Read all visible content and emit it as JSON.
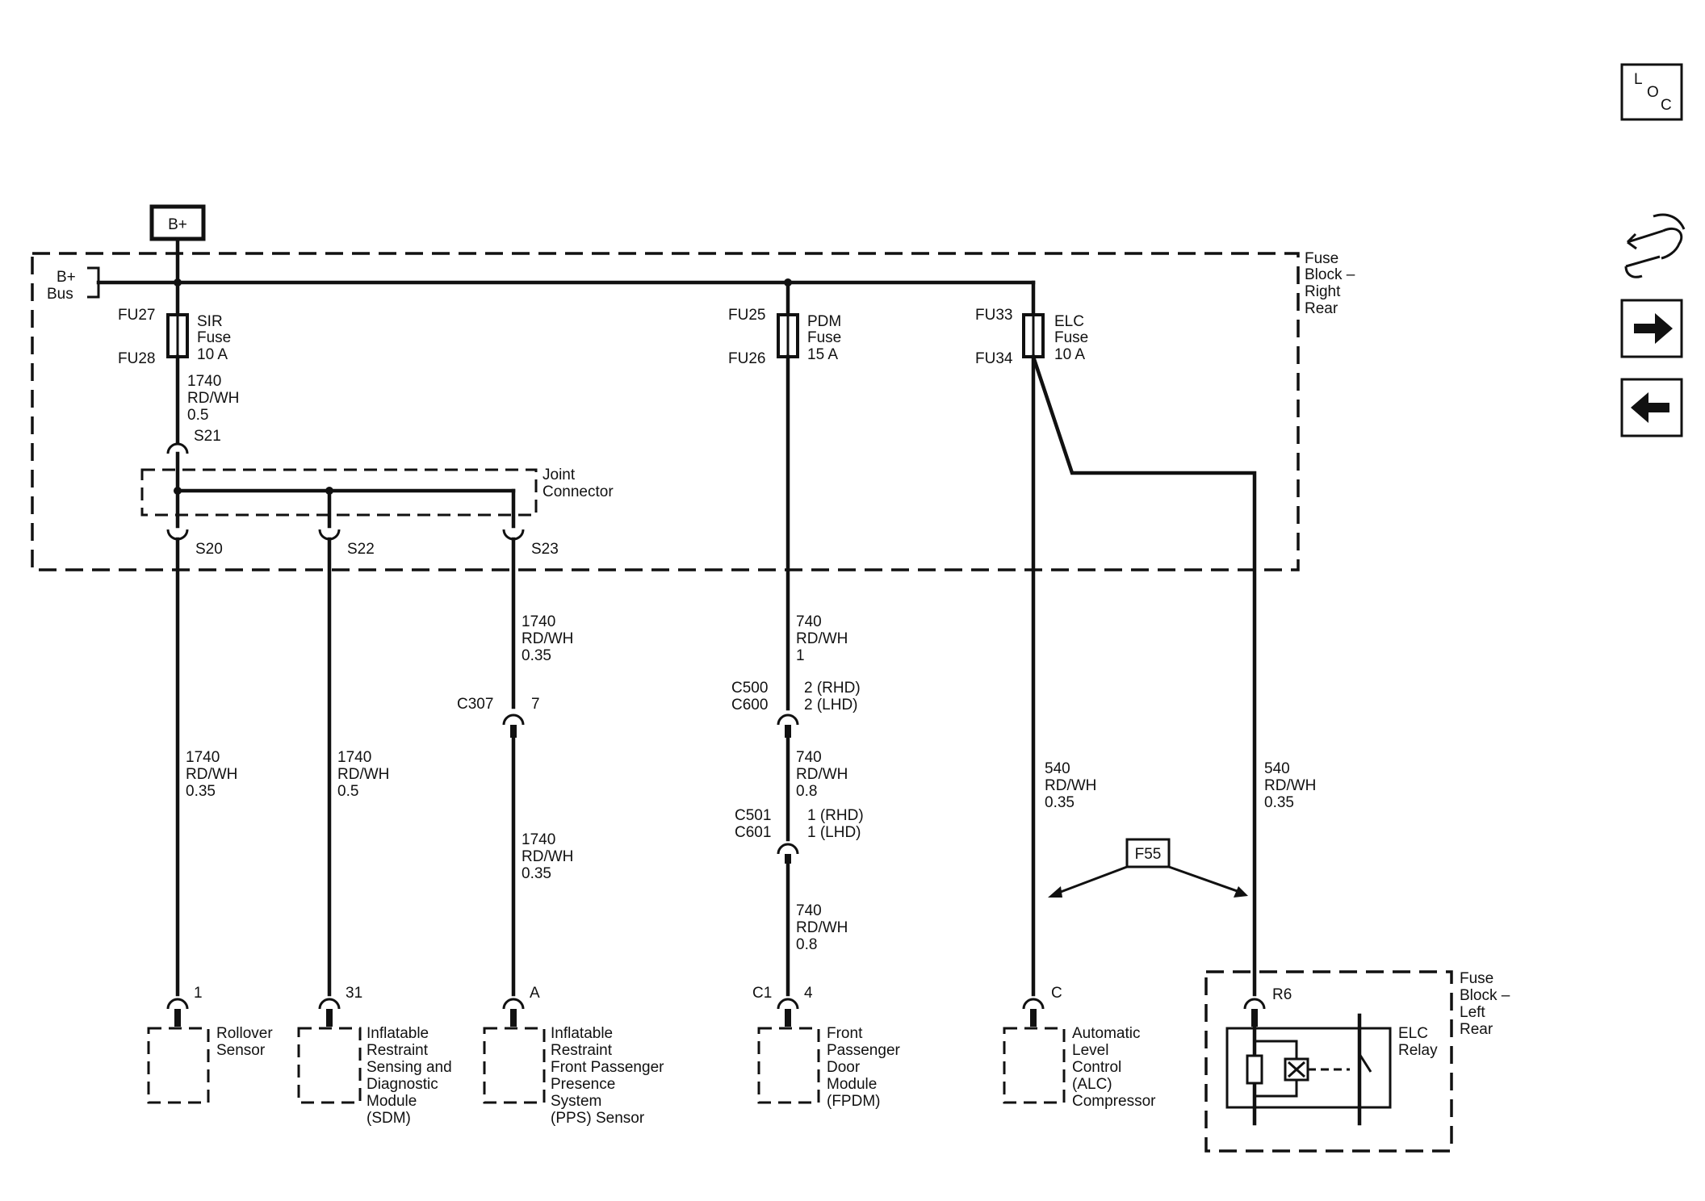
{
  "nav": {
    "loc_l": "L",
    "loc_o": "O",
    "loc_c": "C"
  },
  "bplus": "B+",
  "bus": {
    "line1": "B+",
    "line2": "Bus"
  },
  "fuse_block_rr": [
    "Fuse",
    "Block –",
    "Right",
    "Rear"
  ],
  "fuse_block_lr": [
    "Fuse",
    "Block –",
    "Left",
    "Rear"
  ],
  "joint_connector": [
    "Joint",
    "Connector"
  ],
  "fuses": [
    {
      "top": "FU27",
      "bottom": "FU28",
      "lines": [
        "SIR",
        "Fuse",
        "10 A"
      ]
    },
    {
      "top": "FU25",
      "bottom": "FU26",
      "lines": [
        "PDM",
        "Fuse",
        "15 A"
      ]
    },
    {
      "top": "FU33",
      "bottom": "FU34",
      "lines": [
        "ELC",
        "Fuse",
        "10 A"
      ]
    }
  ],
  "splices": {
    "s21": "S21",
    "s20": "S20",
    "s22": "S22",
    "s23": "S23"
  },
  "wires": {
    "w_sir_top": [
      "1740",
      "RD/WH",
      "0.5"
    ],
    "w_rollover": [
      "1740",
      "RD/WH",
      "0.35"
    ],
    "w_sdm": [
      "1740",
      "RD/WH",
      "0.5"
    ],
    "w_pps_top": [
      "1740",
      "RD/WH",
      "0.35"
    ],
    "w_pps_bottom": [
      "1740",
      "RD/WH",
      "0.35"
    ],
    "w_pdm_1": [
      "740",
      "RD/WH",
      "1"
    ],
    "w_pdm_2": [
      "740",
      "RD/WH",
      "0.8"
    ],
    "w_pdm_3": [
      "740",
      "RD/WH",
      "0.8"
    ],
    "w_alc": [
      "540",
      "RD/WH",
      "0.35"
    ],
    "w_relay": [
      "540",
      "RD/WH",
      "0.35"
    ]
  },
  "connectors": {
    "c307": {
      "name": "C307",
      "pin": "7"
    },
    "c500": {
      "names": [
        "C500",
        "C600"
      ],
      "pins": [
        "2 (RHD)",
        "2 (LHD)"
      ]
    },
    "c501": {
      "names": [
        "C501",
        "C601"
      ],
      "pins": [
        "1 (RHD)",
        "1 (LHD)"
      ]
    }
  },
  "pins": {
    "rollover": "1",
    "sdm": "31",
    "pps": "A",
    "fpdm_conn": "C1",
    "fpdm_pin": "4",
    "alc": "C",
    "relay": "R6"
  },
  "components": {
    "rollover": [
      "Rollover",
      "Sensor"
    ],
    "sdm": [
      "Inflatable",
      "Restraint",
      "Sensing and",
      "Diagnostic",
      "Module",
      "(SDM)"
    ],
    "pps": [
      "Inflatable",
      "Restraint",
      "Front Passenger",
      "Presence",
      "System",
      "(PPS) Sensor"
    ],
    "fpdm": [
      "Front",
      "Passenger",
      "Door",
      "Module",
      "(FPDM)"
    ],
    "alc": [
      "Automatic",
      "Level",
      "Control",
      "(ALC)",
      "Compressor"
    ],
    "relay": [
      "ELC",
      "Relay"
    ]
  },
  "ref_f55": "F55"
}
